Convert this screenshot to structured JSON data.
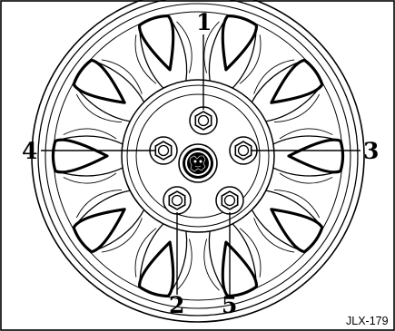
{
  "callouts": {
    "top": "1",
    "bottom_left": "2",
    "right": "3",
    "left": "4",
    "bottom_right": "5"
  },
  "reference": "JLX-179",
  "lug_nut_count": 5,
  "spoke_count": 10
}
